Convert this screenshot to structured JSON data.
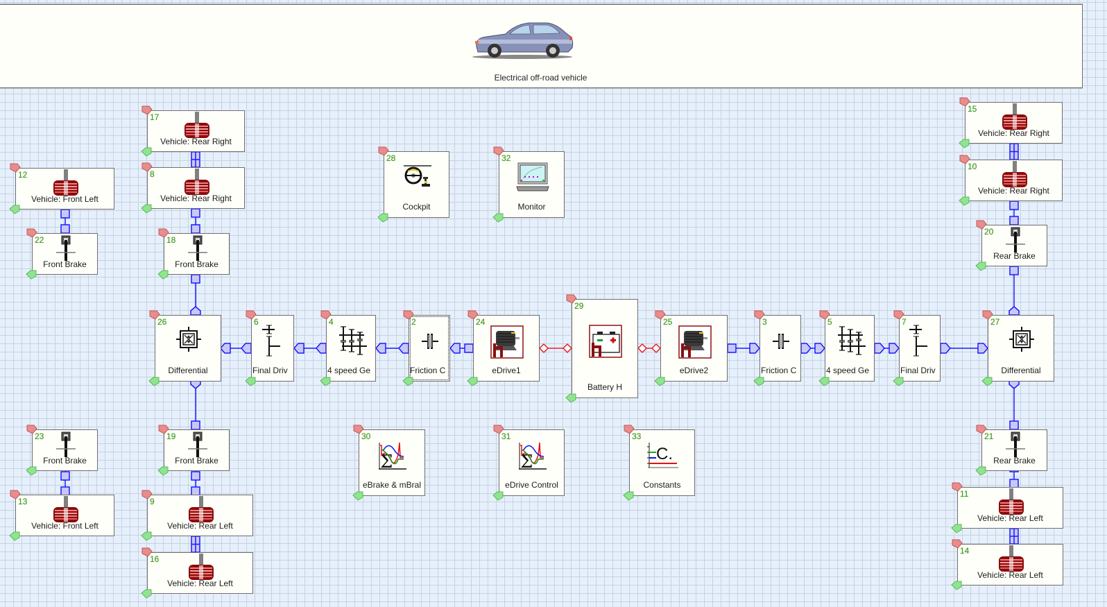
{
  "header": {
    "title": "Electrical off-road vehicle",
    "icon": "car-icon"
  },
  "colors": {
    "grid_background": "#e6f0fc",
    "grid_line": "#c8d2de",
    "block_fill": "#fffffa",
    "block_border": "#6e6e6e",
    "mechanical_connection": "#1a1aff",
    "electrical_connection": "#e8202a",
    "id_number": "#2c9a3a",
    "signal_in_tag": "#e89090",
    "signal_out_tag": "#8ee08e"
  },
  "blocks": [
    {
      "id": "12",
      "label": "Vehicle: Front Left",
      "icon": "wheel-icon"
    },
    {
      "id": "22",
      "label": "Front Brake",
      "icon": "brake-icon"
    },
    {
      "id": "17",
      "label": "Vehicle: Rear Right",
      "icon": "wheel-icon"
    },
    {
      "id": "8",
      "label": "Vehicle: Rear Right",
      "icon": "wheel-icon"
    },
    {
      "id": "18",
      "label": "Front Brake",
      "icon": "brake-icon"
    },
    {
      "id": "28",
      "label": "Cockpit",
      "icon": "steering-wheel-icon"
    },
    {
      "id": "32",
      "label": "Monitor",
      "icon": "monitor-icon"
    },
    {
      "id": "26",
      "label": "Differential",
      "icon": "differential-icon"
    },
    {
      "id": "6",
      "label": "Final Driv",
      "icon": "final-drive-icon"
    },
    {
      "id": "4",
      "label": "4 speed Ge",
      "icon": "gearbox-icon"
    },
    {
      "id": "2",
      "label": "Friction C",
      "icon": "clutch-icon",
      "selected": true
    },
    {
      "id": "24",
      "label": "eDrive1",
      "icon": "electric-motor-icon"
    },
    {
      "id": "29",
      "label": "Battery H",
      "icon": "battery-icon"
    },
    {
      "id": "25",
      "label": "eDrive2",
      "icon": "electric-motor-icon"
    },
    {
      "id": "3",
      "label": "Friction C",
      "icon": "clutch-icon"
    },
    {
      "id": "5",
      "label": "4 speed Ge",
      "icon": "gearbox-icon"
    },
    {
      "id": "7",
      "label": "Final Driv",
      "icon": "final-drive-icon"
    },
    {
      "id": "27",
      "label": "Differential",
      "icon": "differential-icon"
    },
    {
      "id": "15",
      "label": "Vehicle: Rear Right",
      "icon": "wheel-icon"
    },
    {
      "id": "10",
      "label": "Vehicle: Rear Right",
      "icon": "wheel-icon"
    },
    {
      "id": "20",
      "label": "Rear Brake",
      "icon": "brake-icon"
    },
    {
      "id": "23",
      "label": "Front Brake",
      "icon": "brake-icon"
    },
    {
      "id": "13",
      "label": "Vehicle: Front Left",
      "icon": "wheel-icon"
    },
    {
      "id": "19",
      "label": "Front Brake",
      "icon": "brake-icon"
    },
    {
      "id": "9",
      "label": "Vehicle: Rear Left",
      "icon": "wheel-icon"
    },
    {
      "id": "16",
      "label": "Vehicle: Rear Left",
      "icon": "wheel-icon"
    },
    {
      "id": "30",
      "label": "eBrake & mBral",
      "icon": "script-chart-icon"
    },
    {
      "id": "31",
      "label": "eDrive Control",
      "icon": "script-chart-icon"
    },
    {
      "id": "33",
      "label": "Constants",
      "icon": "constants-icon"
    },
    {
      "id": "21",
      "label": "Rear Brake",
      "icon": "brake-icon"
    },
    {
      "id": "11",
      "label": "Vehicle: Rear Left",
      "icon": "wheel-icon"
    },
    {
      "id": "14",
      "label": "Vehicle: Rear Left",
      "icon": "wheel-icon"
    }
  ],
  "connections": [
    {
      "from": "12",
      "to": "22",
      "type": "mechanical"
    },
    {
      "from": "17",
      "to": "8",
      "type": "mechanical-rigid"
    },
    {
      "from": "8",
      "to": "18",
      "type": "mechanical"
    },
    {
      "from": "18",
      "to": "26",
      "type": "mechanical"
    },
    {
      "from": "26",
      "to": "19",
      "type": "mechanical"
    },
    {
      "from": "6",
      "to": "26",
      "type": "mechanical"
    },
    {
      "from": "4",
      "to": "6",
      "type": "mechanical"
    },
    {
      "from": "2",
      "to": "4",
      "type": "mechanical"
    },
    {
      "from": "24",
      "to": "2",
      "type": "mechanical"
    },
    {
      "from": "24",
      "to": "29",
      "type": "electrical"
    },
    {
      "from": "29",
      "to": "25",
      "type": "electrical"
    },
    {
      "from": "25",
      "to": "3",
      "type": "mechanical"
    },
    {
      "from": "3",
      "to": "5",
      "type": "mechanical"
    },
    {
      "from": "5",
      "to": "7",
      "type": "mechanical"
    },
    {
      "from": "7",
      "to": "27",
      "type": "mechanical"
    },
    {
      "from": "15",
      "to": "10",
      "type": "mechanical-rigid"
    },
    {
      "from": "10",
      "to": "20",
      "type": "mechanical"
    },
    {
      "from": "20",
      "to": "27",
      "type": "mechanical"
    },
    {
      "from": "27",
      "to": "21",
      "type": "mechanical"
    },
    {
      "from": "23",
      "to": "13",
      "type": "mechanical"
    },
    {
      "from": "19",
      "to": "9",
      "type": "mechanical"
    },
    {
      "from": "9",
      "to": "16",
      "type": "mechanical-rigid"
    },
    {
      "from": "21",
      "to": "11",
      "type": "mechanical"
    },
    {
      "from": "11",
      "to": "14",
      "type": "mechanical-rigid"
    }
  ]
}
